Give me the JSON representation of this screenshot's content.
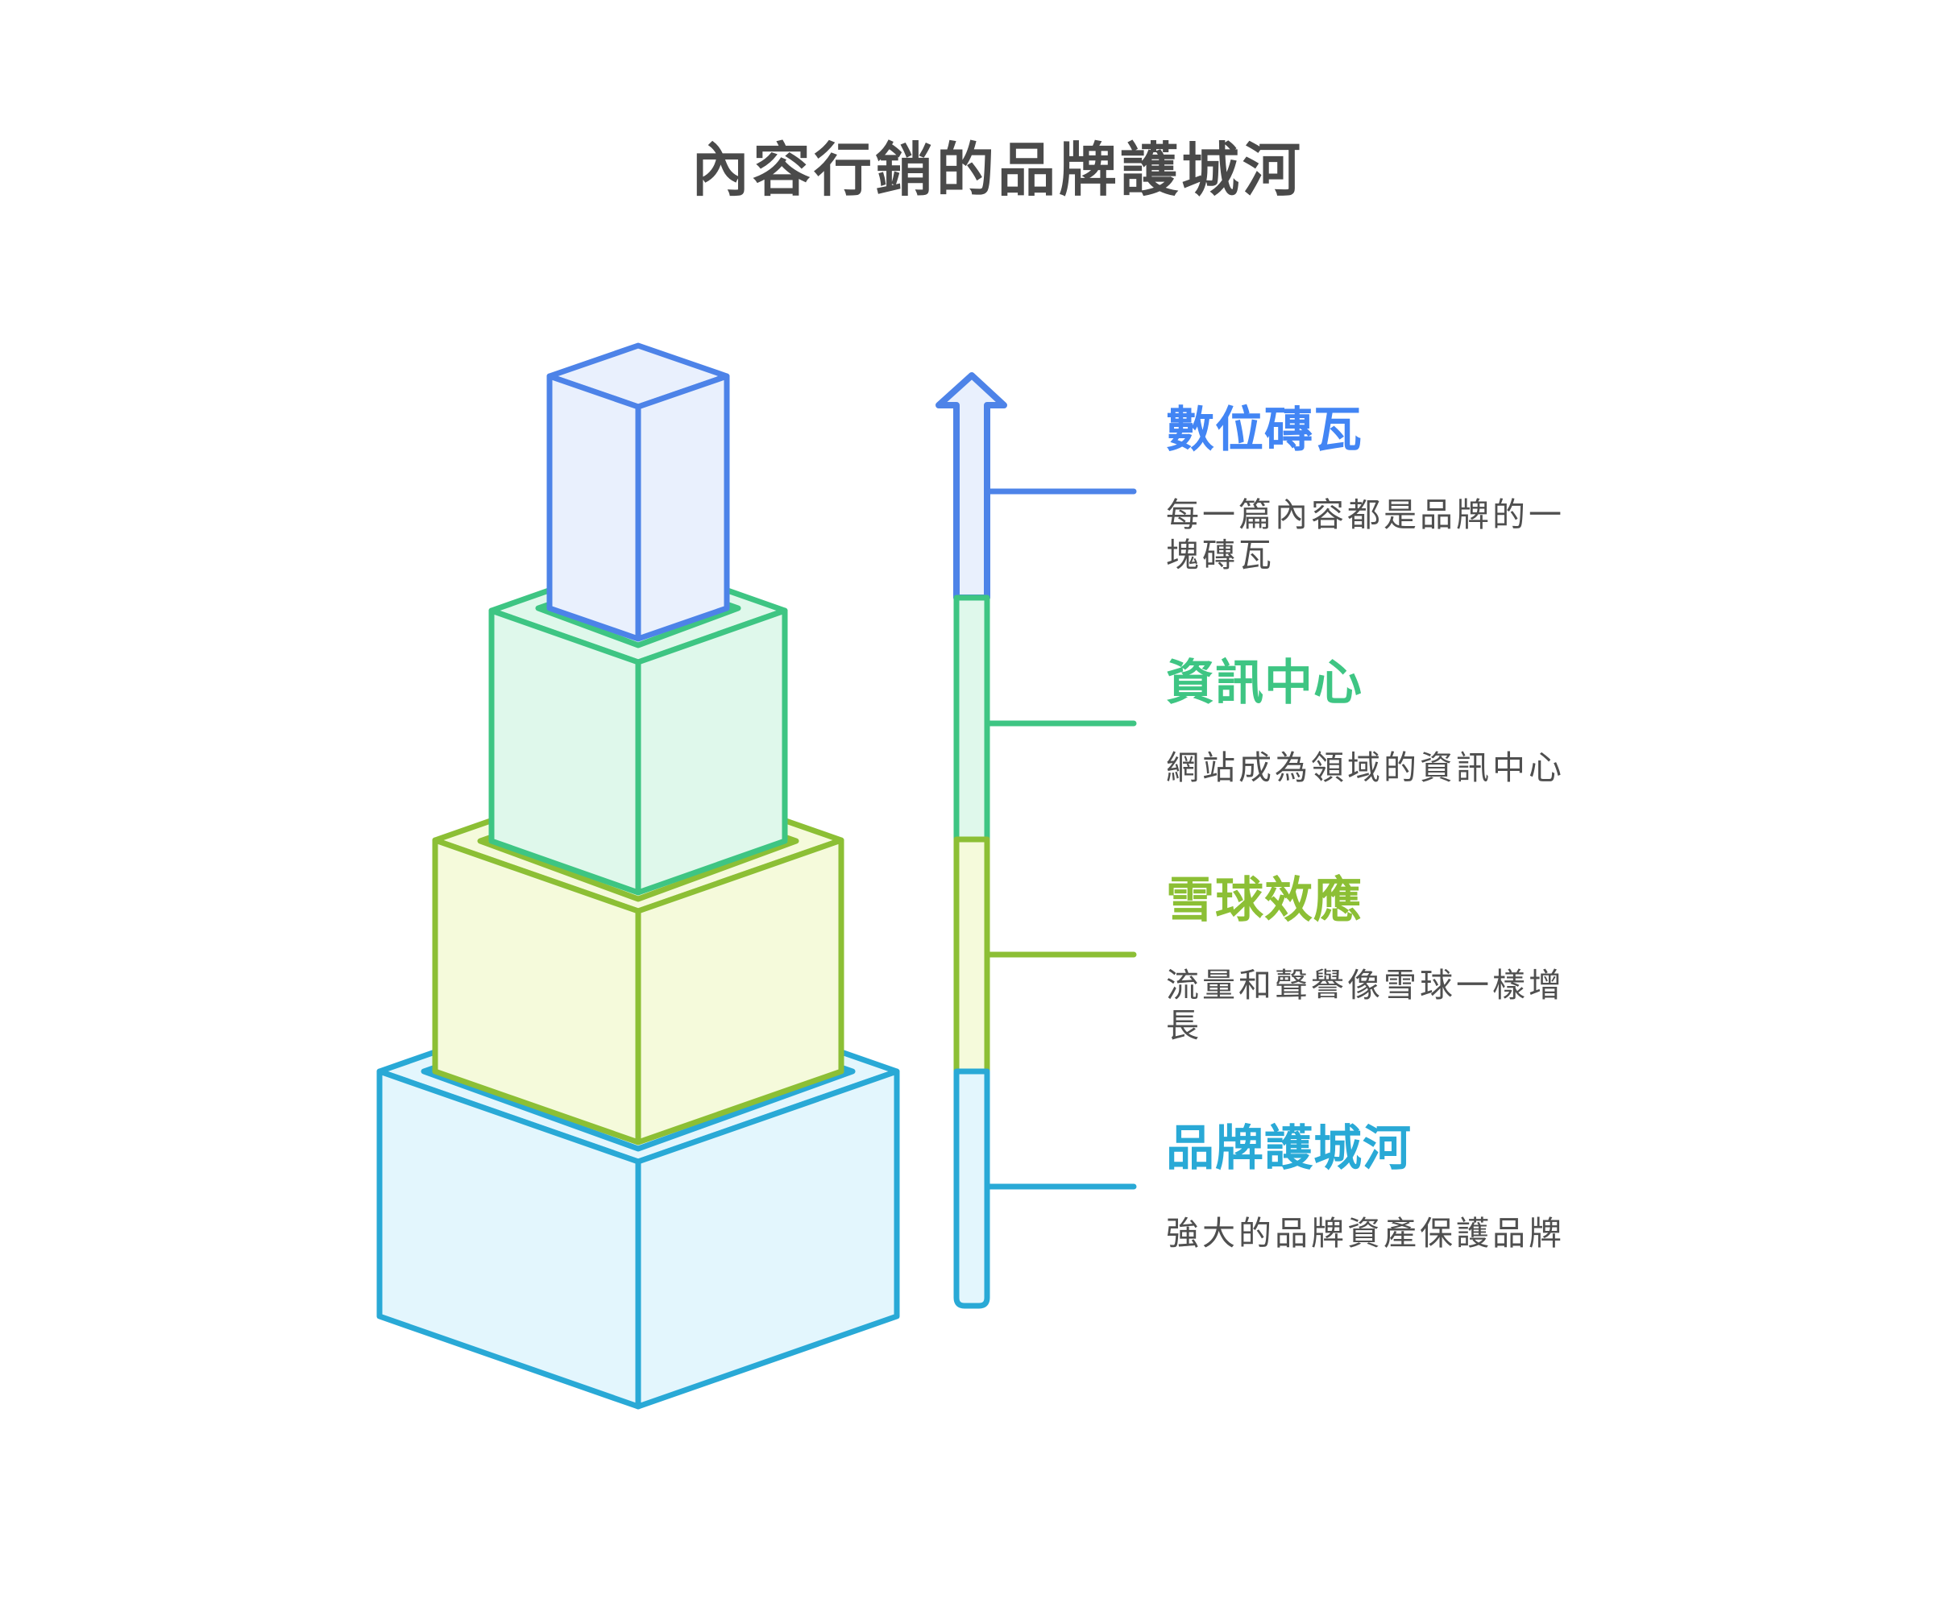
{
  "title": "內容行銷的品牌護城河",
  "background_color": "#FFFFFF",
  "title_color": "#4A4A4A",
  "description_color": "#4F4F4F",
  "levels": [
    {
      "heading": "數位磚瓦",
      "description": "每一篇內容都是品牌的一塊磚瓦",
      "accent_color": "#4285F4",
      "stroke_color": "#4D83E8",
      "fill_color": "#E9F0FD"
    },
    {
      "heading": "資訊中心",
      "description": "網站成為領域的資訊中心",
      "accent_color": "#3EC583",
      "stroke_color": "#3EC583",
      "fill_color": "#DFF8EB"
    },
    {
      "heading": "雪球效應",
      "description": "流量和聲譽像雪球一樣增長",
      "accent_color": "#8CBF35",
      "stroke_color": "#8CBF35",
      "fill_color": "#F5FADB"
    },
    {
      "heading": "品牌護城河",
      "description": "強大的品牌資產保護品牌",
      "accent_color": "#29A9D6",
      "stroke_color": "#29A9D6",
      "fill_color": "#E3F6FD"
    }
  ]
}
